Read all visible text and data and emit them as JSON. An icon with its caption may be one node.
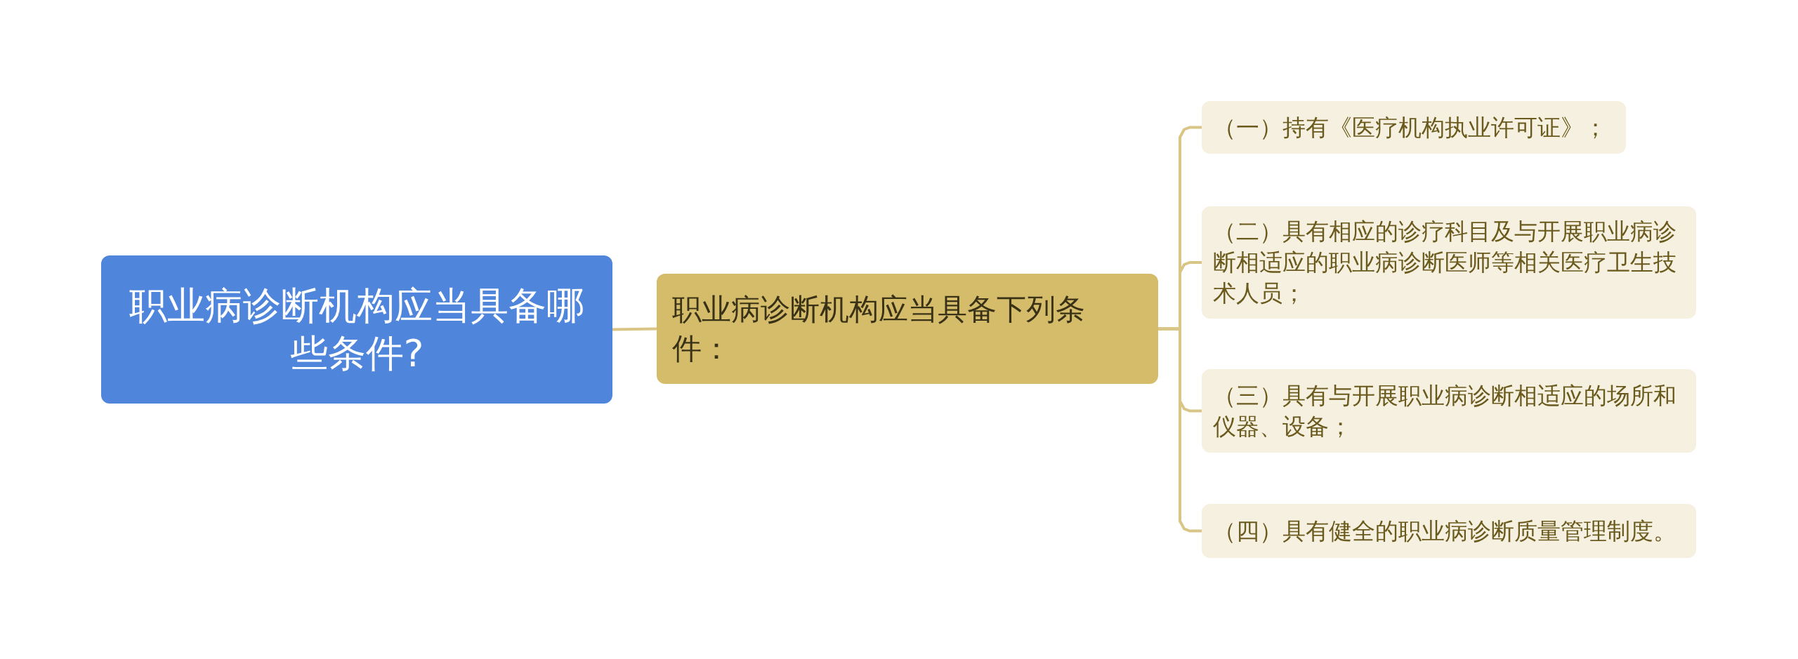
{
  "diagram": {
    "nodes": [
      {
        "text": [
          "职业病诊断机构应当具备哪些条件?"
        ]
      },
      {
        "text": [
          "职业病诊断机构应当具备下列条件："
        ]
      },
      {
        "text": [
          "（一）持有《医疗机构执业许可证》；"
        ]
      },
      {
        "text": [
          "（二）具有相应的诊疗科目及与开展职业病诊断相适应的职业病诊断医师等相关医疗卫生技术人员；"
        ]
      },
      {
        "text": [
          "（三）具有与开展职业病诊断相适应的场所和仪器、设备；"
        ]
      },
      {
        "text": [
          "（四）具有健全的职业病诊断质量管理制度。"
        ]
      }
    ],
    "edges": [
      {
        "from": 0,
        "to": 1,
        "arrow": "none"
      },
      {
        "from": 1,
        "to": 2,
        "arrow": "none"
      },
      {
        "from": 1,
        "to": 3,
        "arrow": "none"
      },
      {
        "from": 1,
        "to": 4,
        "arrow": "none"
      },
      {
        "from": 1,
        "to": 5,
        "arrow": "none"
      }
    ]
  }
}
